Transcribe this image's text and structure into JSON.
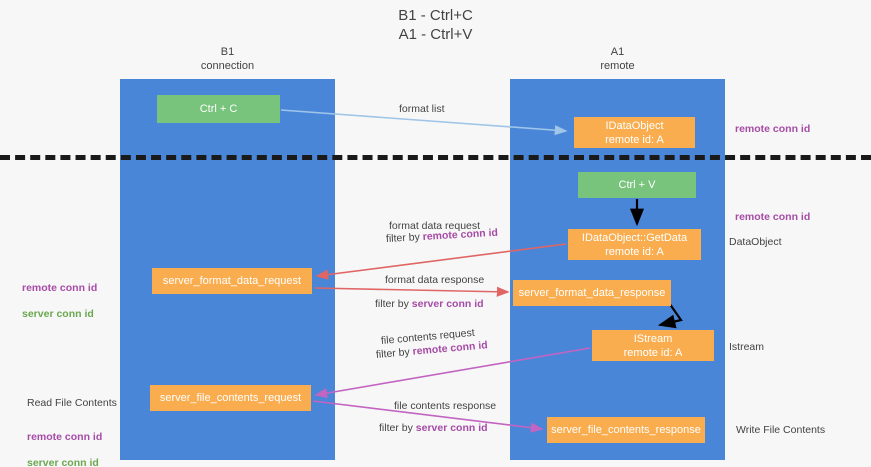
{
  "title": "B1 - Ctrl+C\nA1 - Ctrl+V",
  "columns": [
    {
      "id": "b1",
      "label": "B1\nconnection"
    },
    {
      "id": "a1",
      "label": "A1\nremote"
    }
  ],
  "boxes": {
    "ctrl_c": {
      "line1": "Ctrl + C",
      "line2": "",
      "color": "#78c47d"
    },
    "ctrl_v": {
      "line1": "Ctrl + V",
      "line2": "",
      "color": "#78c47d"
    },
    "idataobject": {
      "line1": "IDataObject",
      "line2": "remote id: A",
      "color": "#f9ad4e"
    },
    "getdata": {
      "line1": "IDataObject::GetData",
      "line2": "remote id: A",
      "color": "#f9ad4e"
    },
    "server_format_data_request": {
      "line1": "server_format_data_request",
      "line2": "",
      "color": "#f9ad4e"
    },
    "server_format_data_response": {
      "line1": "server_format_data_response",
      "line2": "",
      "color": "#f9ad4e"
    },
    "istream": {
      "line1": "IStream",
      "line2": "remote id: A",
      "color": "#f9ad4e"
    },
    "server_file_contents_request": {
      "line1": "server_file_contents_request",
      "line2": "",
      "color": "#f9ad4e"
    },
    "server_file_contents_response": {
      "line1": "server_file_contents_response",
      "line2": "",
      "color": "#f9ad4e"
    }
  },
  "edge_labels": {
    "format_list": "format list",
    "format_data_request": "format data request",
    "format_data_request_filter_prefix": "filter by ",
    "format_data_request_filter_value": "remote conn id",
    "format_data_response": "format data response",
    "format_data_response_filter_prefix": "filter by ",
    "format_data_response_filter_value": "server conn id",
    "file_contents_request": "file contents request",
    "file_contents_request_filter_prefix": "filter by ",
    "file_contents_request_filter_value": "remote conn id",
    "file_contents_response": "file contents response",
    "file_contents_response_filter_prefix": "filter by ",
    "file_contents_response_filter_value": "server conn id"
  },
  "annotations": {
    "remote_conn_id_top": "remote conn id",
    "remote_conn_id_mid": "remote conn id",
    "dataobject": "DataObject",
    "istream": "Istream",
    "write_file_contents": "Write File Contents",
    "read_file_contents": "Read File Contents",
    "left_remote_conn_id_mid": "remote conn id",
    "left_server_conn_id_mid": "server conn id",
    "left_remote_conn_id_bottom": "remote conn id",
    "left_server_conn_id_bottom": "server conn id"
  },
  "colors": {
    "lane": "#4a86d8",
    "green_box": "#78c47d",
    "orange_box": "#f9ad4e",
    "remote_conn_id": "#a64ba6",
    "server_conn_id": "#6aa84f",
    "arrow_blue": "#9fc5e8",
    "arrow_red": "#e06666",
    "arrow_magenta": "#c264c2",
    "arrow_black": "#000000",
    "separator": "#1a1a1a",
    "background": "#f7f7f7"
  }
}
